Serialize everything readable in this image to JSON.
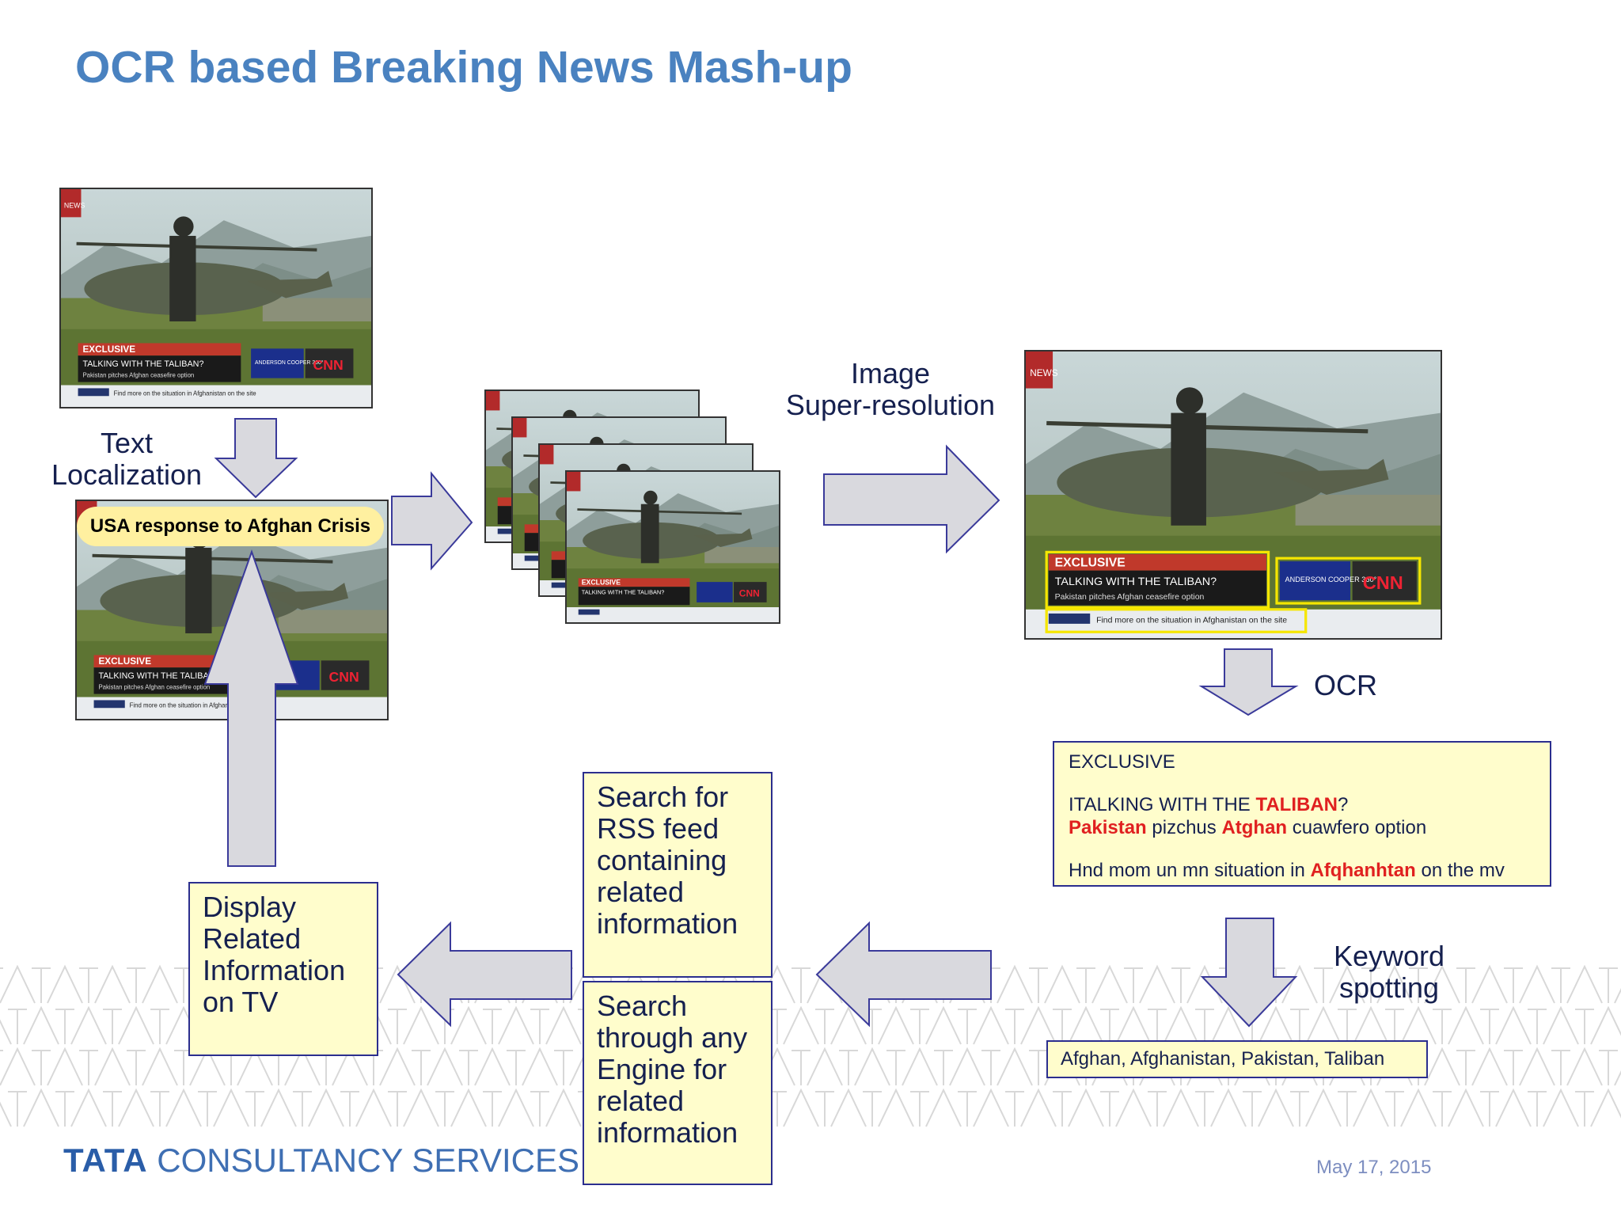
{
  "title": "OCR based Breaking News Mash-up",
  "labels": {
    "text_localization": [
      "Text",
      "Localization"
    ],
    "super_resolution": [
      "Image",
      "Super-resolution"
    ],
    "ocr": "OCR",
    "keyword_spotting": [
      "Keyword",
      "spotting"
    ]
  },
  "highlight_bubble": "USA response to Afghan Crisis",
  "ocr_output": {
    "line1": "EXCLUSIVE",
    "line2": {
      "pre": "ITALKING WITH THE ",
      "kw": "TALIBAN",
      "post": "?"
    },
    "line3": {
      "kw1": "Pakistan",
      "mid1": " pizchus ",
      "kw2": "Atghan",
      "post": " cuawfero option"
    },
    "line4": {
      "pre": "Hnd mom un mn situation in ",
      "kw": "Afqhanhtan",
      "post": " on the mv"
    }
  },
  "keywords": "Afghan, Afghanistan, Pakistan, Taliban",
  "search_rss": [
    "Search for",
    "RSS feed",
    "containing",
    "related",
    "information"
  ],
  "search_engine": [
    "Search",
    "through any",
    "Engine for",
    "related",
    "information"
  ],
  "display_info": [
    "Display",
    "Related",
    "Information",
    "on TV"
  ],
  "frame_text": {
    "exclusive": "EXCLUSIVE",
    "headline": "TALKING WITH THE TALIBAN?",
    "subline": "Pakistan pitches Afghan ceasefire option",
    "ticker": "Find more on the situation in Afghanistan on the site",
    "show": "ANDERSON COOPER 360°",
    "network": "CNN",
    "logo": "NEWS"
  },
  "footer": {
    "company_bold": "TATA",
    "company_rest": " CONSULTANCY SERVICES",
    "date": "May 17, 2015"
  },
  "colors": {
    "title": "#4a82c0",
    "arrow_fill": "#d9d9de",
    "arrow_stroke": "#3a3a9a",
    "box_fill": "#fffdcc",
    "box_border": "#2b2e8e",
    "keyword_red": "#e02020",
    "ocr_box_yellow": "#f5e600"
  }
}
